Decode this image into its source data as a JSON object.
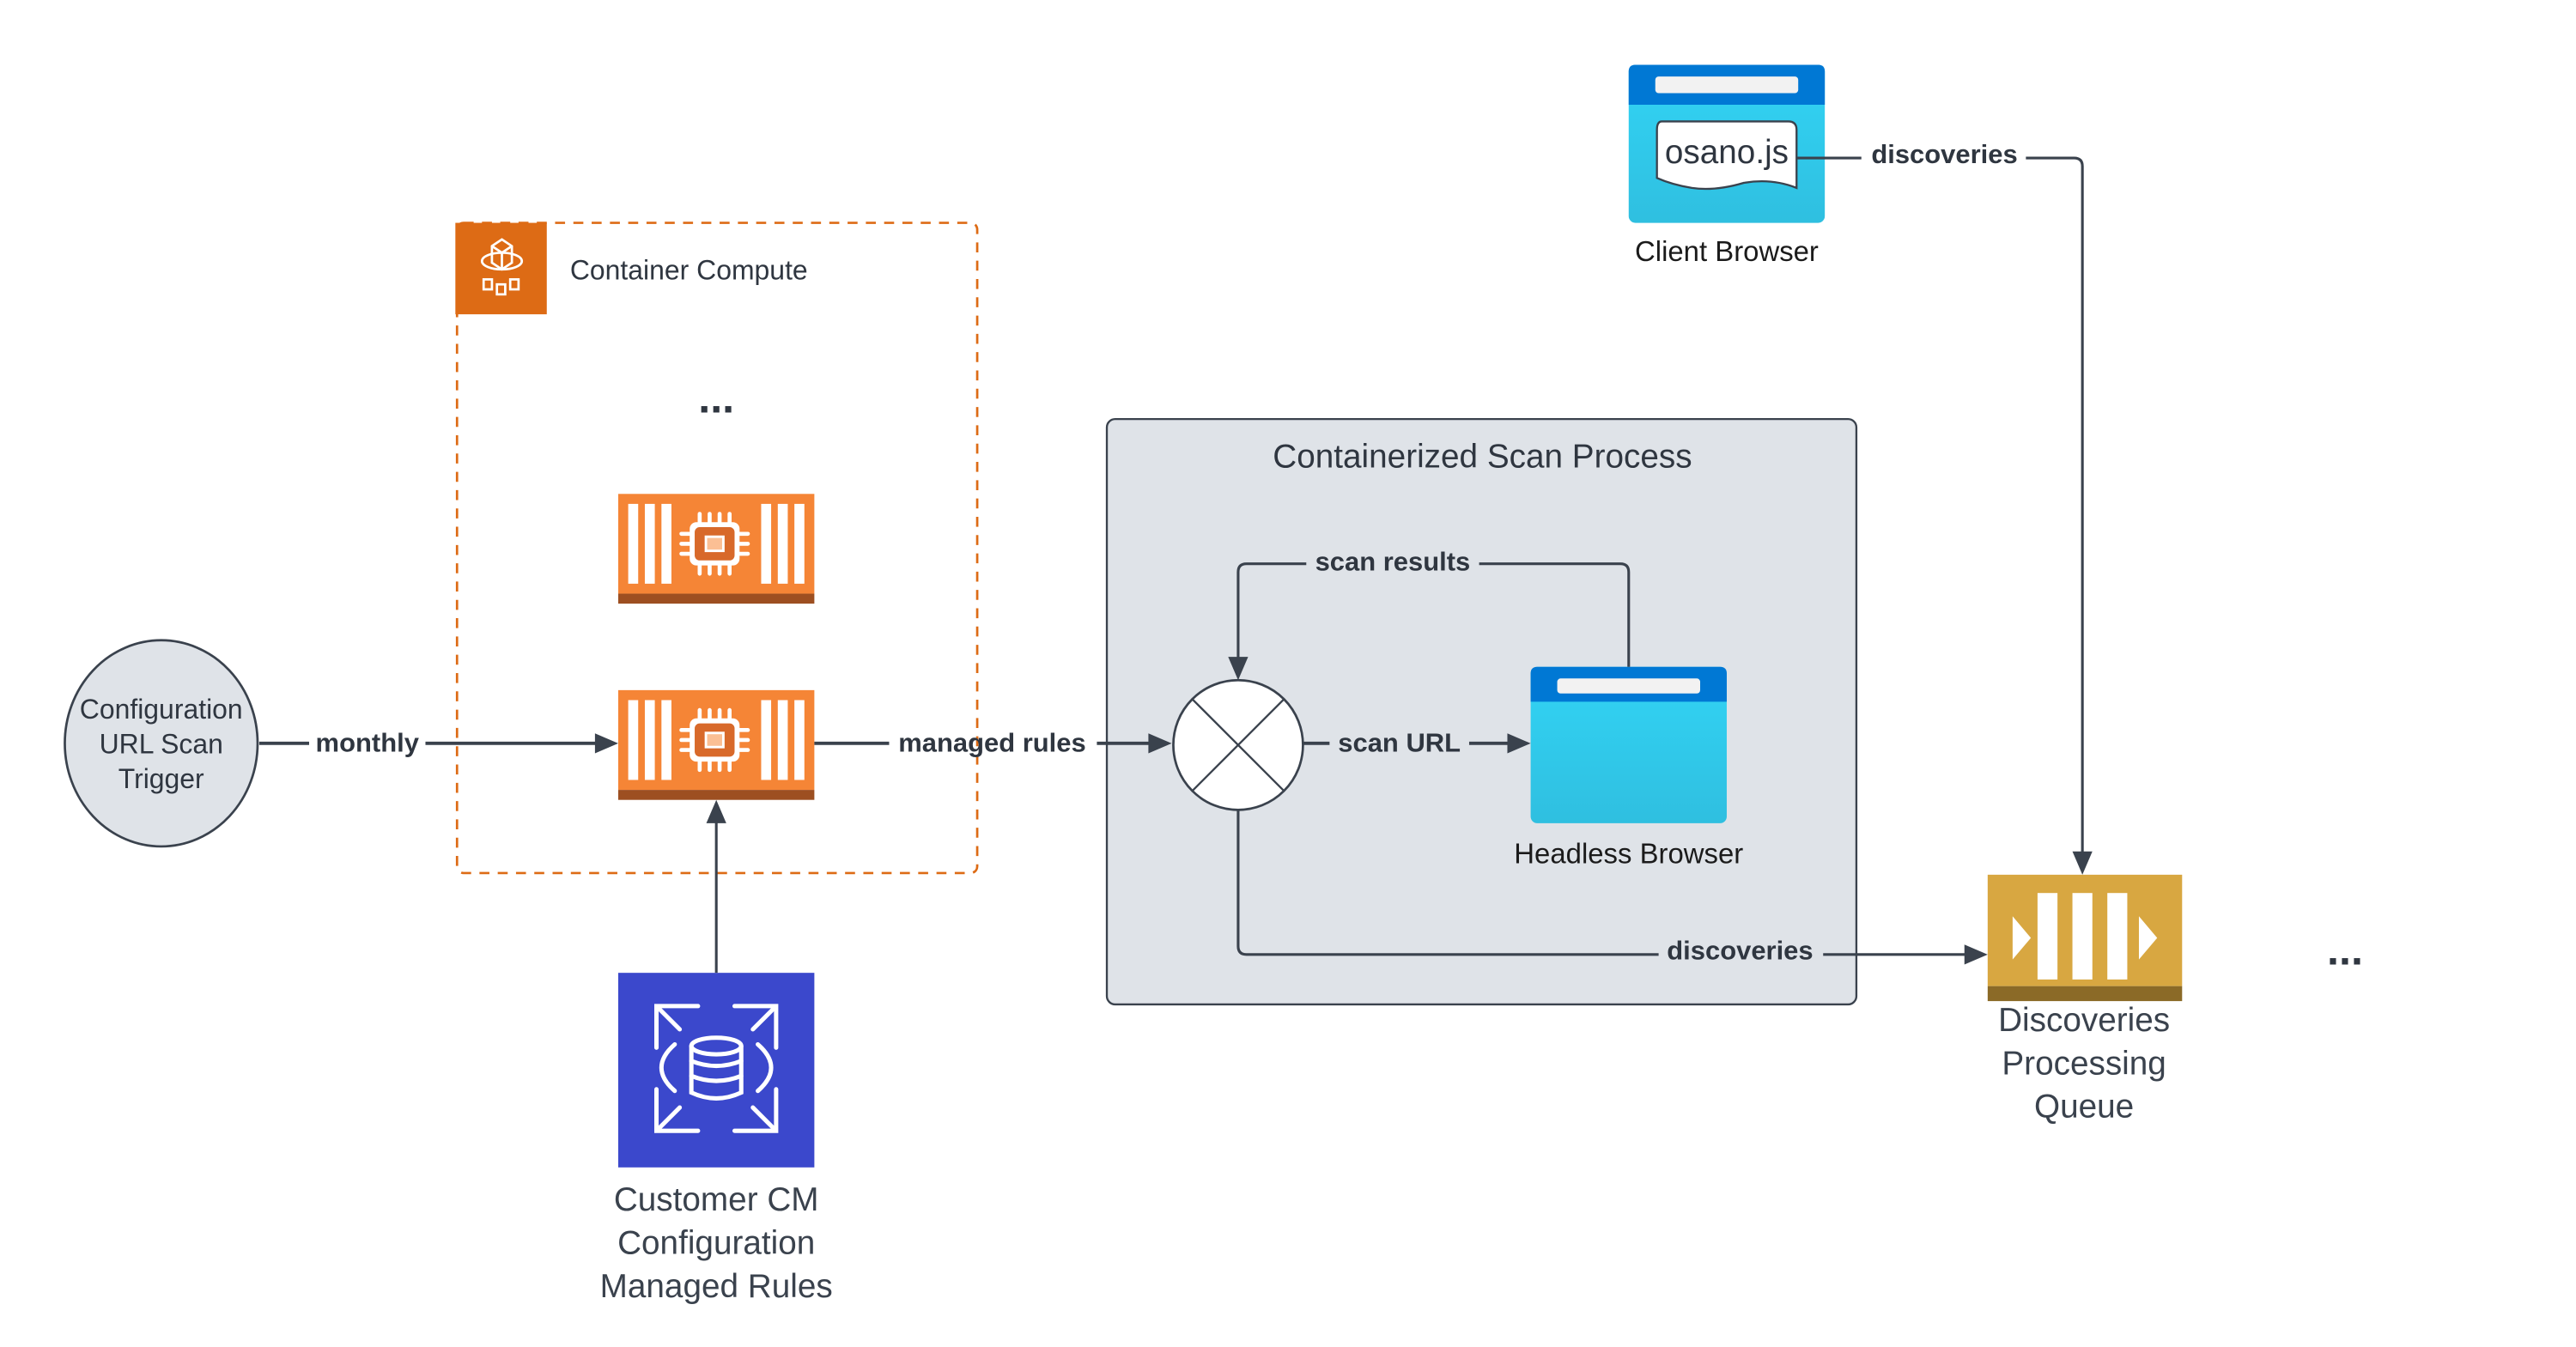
{
  "diagram": {
    "colors": {
      "container_orange": "#dd6b15",
      "compute_orange": "#f58536",
      "compute_dark": "#9d4f21",
      "db_blue": "#3b48cc",
      "browser_top": "#0078d4",
      "browser_body": "#32d4f5",
      "queue_gold": "#d8a741",
      "queue_dark": "#8b6a27",
      "group_gray": "#dfe3e8",
      "trigger_gray": "#dfe3e8",
      "line": "#3a424d"
    },
    "nodes": {
      "trigger": {
        "lines": [
          "Configuration",
          "URL Scan",
          "Trigger"
        ]
      },
      "container_group": {
        "title": "Container Compute",
        "ellipsis": "..."
      },
      "database": {
        "lines": [
          "Customer CM",
          "Configuration",
          "Managed Rules"
        ]
      },
      "scan_group": {
        "title": "Containerized Scan Process"
      },
      "headless_browser": {
        "label": "Headless Browser"
      },
      "client_browser": {
        "label": "Client Browser",
        "script_name": "osano.js"
      },
      "queue": {
        "lines": [
          "Discoveries",
          "Processing",
          "Queue"
        ]
      },
      "trailing_ellipsis": "..."
    },
    "edges": {
      "monthly": "monthly",
      "managed_rules": "managed rules",
      "scan_url": "scan URL",
      "scan_results": "scan results",
      "discoveries_scan": "discoveries",
      "discoveries_client": "discoveries"
    }
  }
}
